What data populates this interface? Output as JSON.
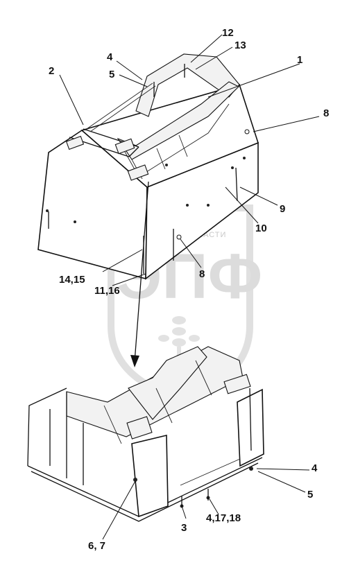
{
  "watermark": {
    "top_text": "ТЕХНИКА И ЗАПЧАСТИ",
    "letters": "ЭПФ"
  },
  "callouts": {
    "c1": "1",
    "c2": "2",
    "c3": "3",
    "c4_top": "4",
    "c4_bottom": "4",
    "c4_17_18": "4,17,18",
    "c5_top": "5",
    "c5_bottom": "5",
    "c6_7": "6, 7",
    "c8_right": "8",
    "c8_mid": "8",
    "c9": "9",
    "c10": "10",
    "c11_16": "11,16",
    "c12": "12",
    "c13": "13",
    "c14_15": "14,15"
  }
}
